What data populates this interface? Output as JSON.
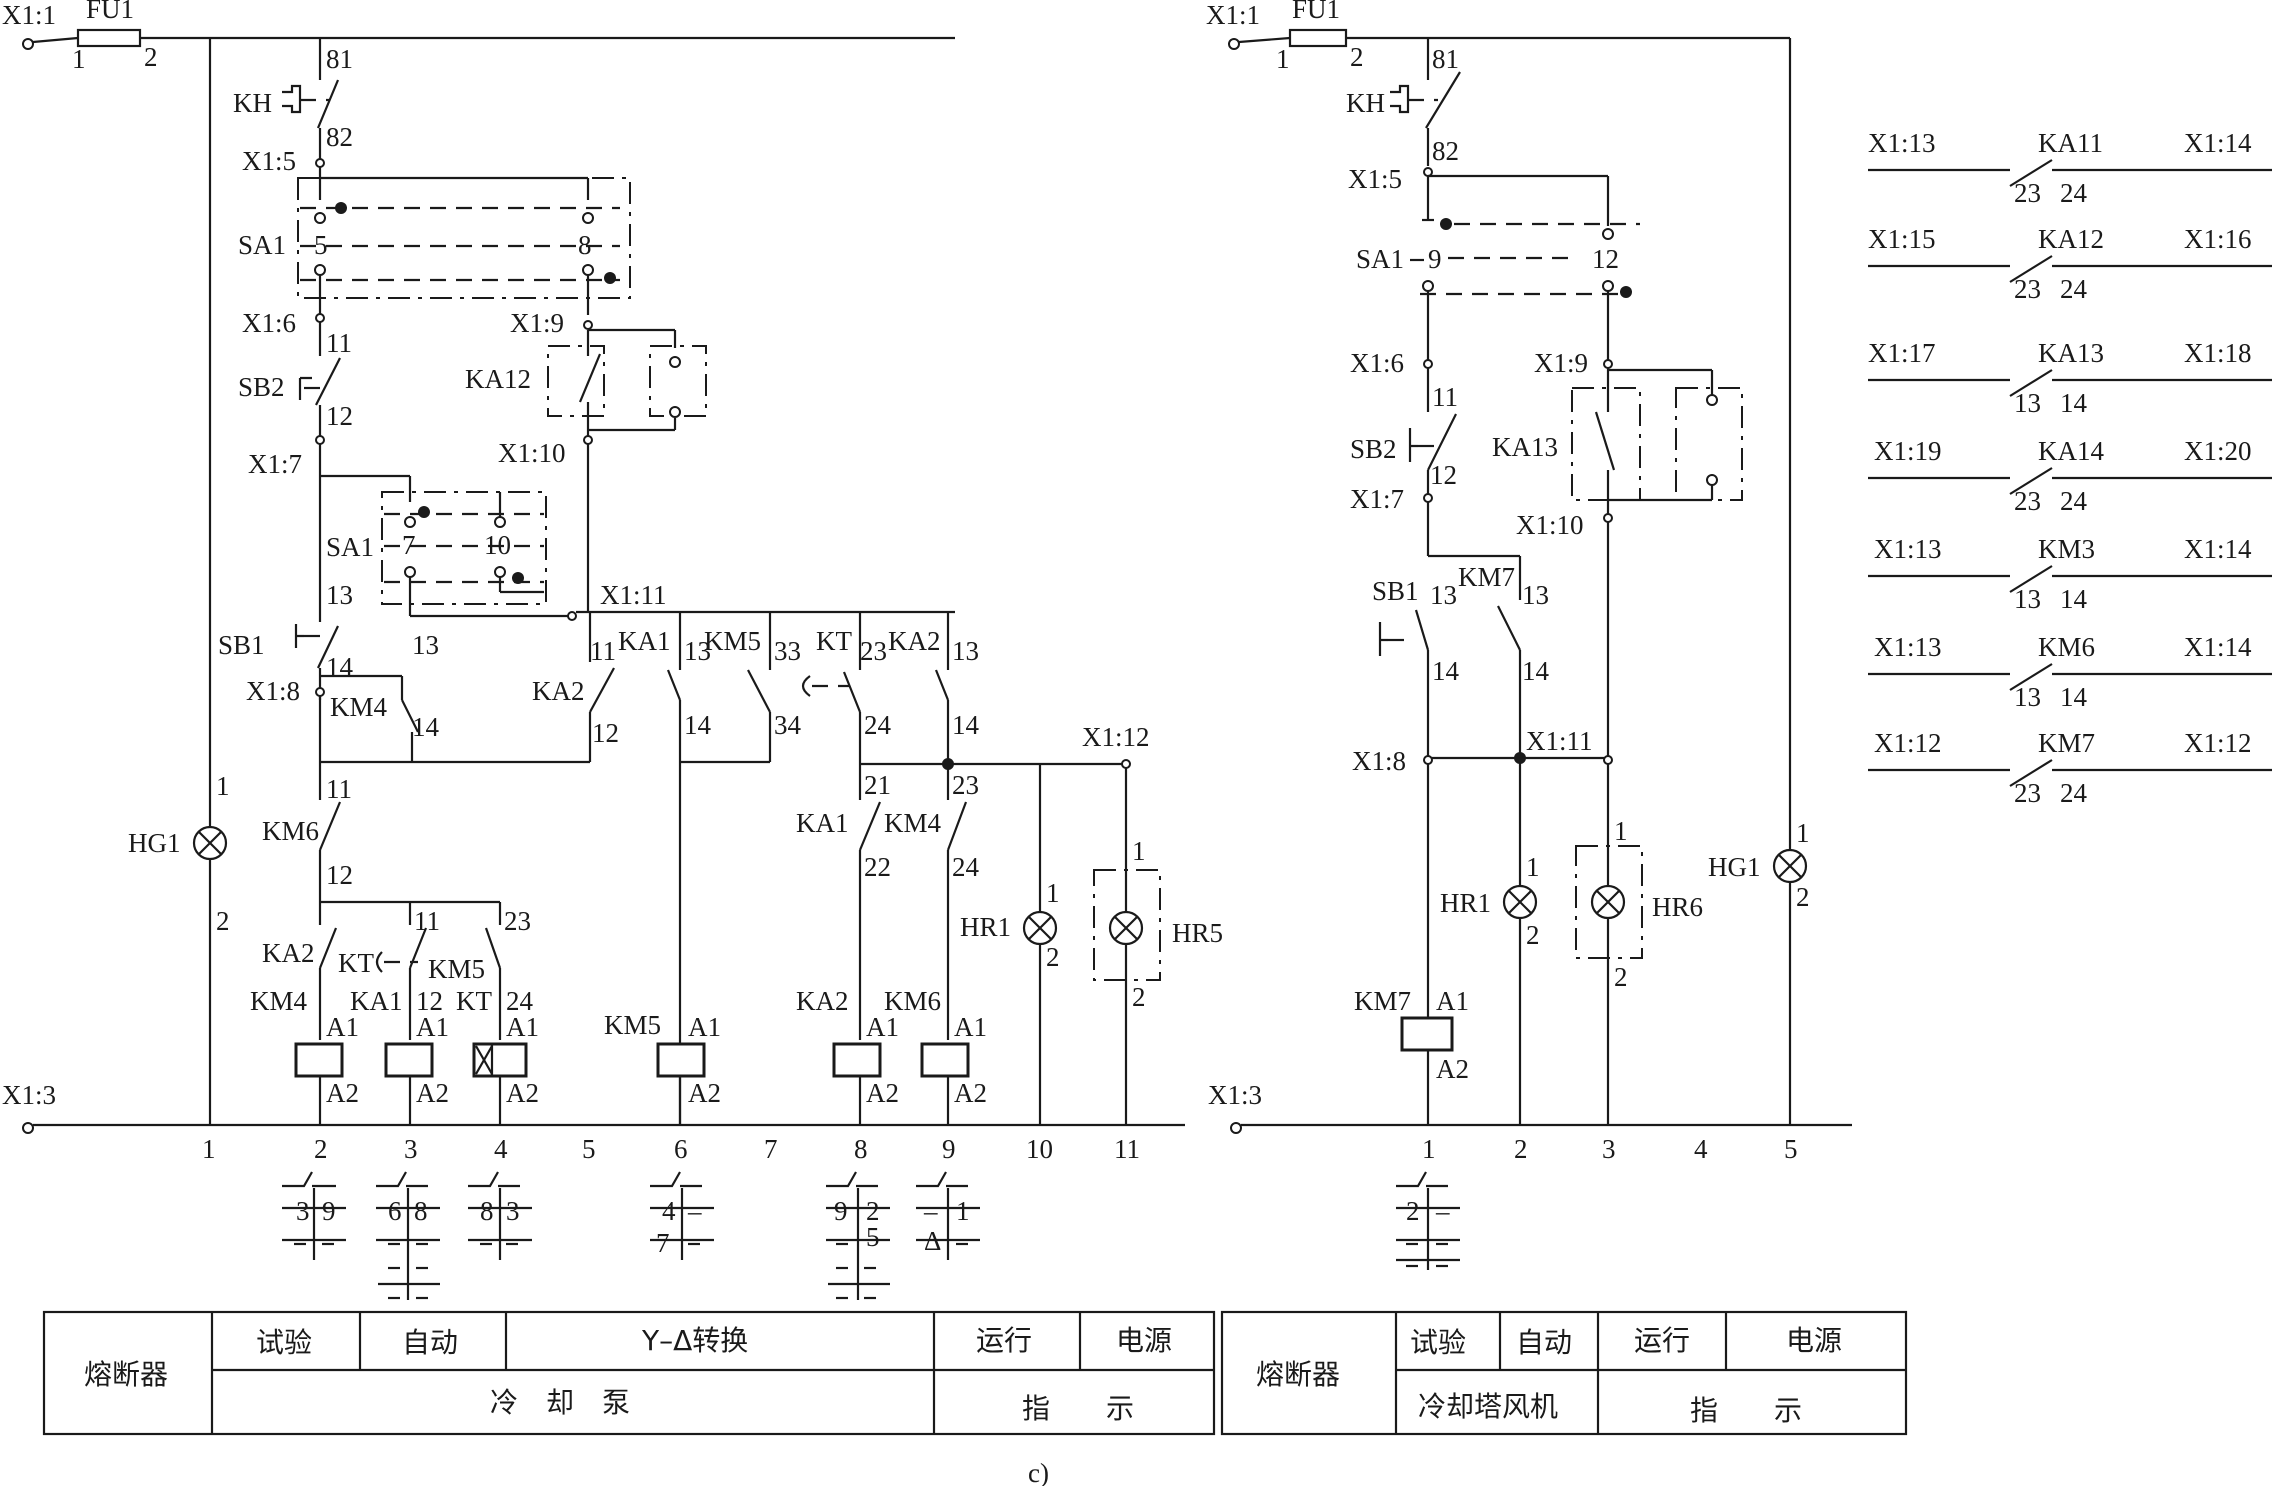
{
  "caption": "c)",
  "left_circuit": {
    "supply_top": "X1:1",
    "supply_bottom": "X1:3",
    "fuse": {
      "name": "FU1",
      "pin1": "1",
      "pin2": "2"
    },
    "overload": {
      "name": "KH",
      "top": "81",
      "bottom": "82"
    },
    "terminals": {
      "x5": "X1:5",
      "x6": "X1:6",
      "x7": "X1:7",
      "x8": "X1:8",
      "x9": "X1:9",
      "x10": "X1:10",
      "x11": "X1:11",
      "x12": "X1:12"
    },
    "selector_upper": {
      "name": "SA1",
      "left": "5",
      "right": "8"
    },
    "selector_lower": {
      "name": "SA1",
      "left": "7",
      "right": "10"
    },
    "relay_ka12": "KA12",
    "stop_button": {
      "name": "SB2",
      "top": "11",
      "bottom": "12"
    },
    "start_button": {
      "name": "SB1",
      "top": "13",
      "bottom": "14"
    },
    "contacts": {
      "km4": {
        "name": "KM4",
        "top": "13",
        "bottom": "14"
      },
      "ka2_top": {
        "name": "KA2",
        "top": "11",
        "bottom": "12"
      },
      "ka1_top": {
        "name": "KA1",
        "top": "13",
        "bottom": "14"
      },
      "km5_top": {
        "name": "KM5",
        "top": "33",
        "bottom": "34"
      },
      "kt_top": {
        "name": "KT",
        "top": "23",
        "bottom": "24"
      },
      "ka2_mid": {
        "name": "KA2",
        "top": "13",
        "bottom": "14"
      },
      "km6": {
        "name": "KM6",
        "top": "11",
        "bottom": "12"
      },
      "ka1_low": {
        "name": "KA1",
        "top": "21",
        "bottom": "22"
      },
      "km4_low": {
        "name": "KM4",
        "top": "23",
        "bottom": "24"
      },
      "ka2_low": {
        "name": "KA2",
        "top": "11",
        "bottom": "12"
      },
      "kt_low": {
        "name": "KT",
        "top": "23",
        "bottom": "24"
      },
      "km5_low": {
        "name": "KM5"
      }
    },
    "coils": [
      {
        "name": "KM4",
        "a1": "A1",
        "a2": "A2"
      },
      {
        "name": "KA1",
        "a1": "A1",
        "a2": "A2"
      },
      {
        "name": "KT",
        "a1": "A1",
        "a2": "A2"
      },
      {
        "name": "KM5",
        "a1": "A1",
        "a2": "A2"
      },
      {
        "name": "KA2",
        "a1": "A1",
        "a2": "A2"
      },
      {
        "name": "KM6",
        "a1": "A1",
        "a2": "A2"
      }
    ],
    "lamps": [
      {
        "name": "HG1",
        "p1": "1",
        "p2": "2"
      },
      {
        "name": "HR1",
        "p1": "1",
        "p2": "2"
      },
      {
        "name": "HR5",
        "p1": "1",
        "p2": "2"
      }
    ],
    "columns": [
      "1",
      "2",
      "3",
      "4",
      "5",
      "6",
      "7",
      "8",
      "9",
      "10",
      "11"
    ],
    "xref": [
      {
        "a": "3",
        "b": "9"
      },
      {
        "a": "6",
        "b": "8"
      },
      {
        "a": "8",
        "b": "3"
      },
      {
        "a": "4",
        "b": "–"
      },
      {
        "a": "9",
        "b": "2",
        "c": "5"
      },
      {
        "a": "–",
        "b": "1",
        "c": "Δ"
      }
    ],
    "xref_blank": "7",
    "table": {
      "fuse": "熔断器",
      "test": "试验",
      "auto": "自动",
      "yd": "Y–Δ转换",
      "run": "运行",
      "power": "电源",
      "group": "冷　却　泵",
      "indicate": "指　　示"
    }
  },
  "right_circuit": {
    "supply_top": "X1:1",
    "supply_bottom": "X1:3",
    "fuse": {
      "name": "FU1",
      "pin1": "1",
      "pin2": "2"
    },
    "overload": {
      "name": "KH",
      "top": "81",
      "bottom": "82"
    },
    "terminals": {
      "x5": "X1:5",
      "x6": "X1:6",
      "x7": "X1:7",
      "x8": "X1:8",
      "x9": "X1:9",
      "x10": "X1:10",
      "x11": "X1:11"
    },
    "selector": {
      "name": "SA1",
      "left": "9",
      "right": "12"
    },
    "relay_ka13": "KA13",
    "stop_button": {
      "name": "SB2",
      "top": "11",
      "bottom": "12"
    },
    "start_button": {
      "name": "SB1",
      "top": "13",
      "bottom": "14"
    },
    "km7_contact": {
      "name": "KM7",
      "top": "13",
      "bottom": "14"
    },
    "coil": {
      "name": "KM7",
      "a1": "A1",
      "a2": "A2"
    },
    "lamps": [
      {
        "name": "HR1",
        "p1": "1",
        "p2": "2"
      },
      {
        "name": "HR6",
        "p1": "1",
        "p2": "2"
      },
      {
        "name": "HG1",
        "p1": "1",
        "p2": "2"
      }
    ],
    "columns": [
      "1",
      "2",
      "3",
      "4",
      "5"
    ],
    "xref": {
      "a": "2",
      "b": "–"
    },
    "table": {
      "fuse": "熔断器",
      "test": "试验",
      "auto": "自动",
      "run": "运行",
      "power": "电源",
      "group": "冷却塔风机",
      "indicate": "指　　示"
    }
  },
  "remote_contacts": [
    {
      "left": "X1:13",
      "relay": "KA11",
      "right": "X1:14",
      "pins": "23",
      "pins2": "24"
    },
    {
      "left": "X1:15",
      "relay": "KA12",
      "right": "X1:16",
      "pins": "23",
      "pins2": "24"
    },
    {
      "left": "X1:17",
      "relay": "KA13",
      "right": "X1:18",
      "pins": "13",
      "pins2": "14"
    },
    {
      "left": "X1:19",
      "relay": "KA14",
      "right": "X1:20",
      "pins": "23",
      "pins2": "24"
    },
    {
      "left": "X1:13",
      "relay": "KM3",
      "right": "X1:14",
      "pins": "13",
      "pins2": "14"
    },
    {
      "left": "X1:13",
      "relay": "KM6",
      "right": "X1:14",
      "pins": "13",
      "pins2": "14"
    },
    {
      "left": "X1:12",
      "relay": "KM7",
      "right": "X1:12",
      "pins": "23",
      "pins2": "24"
    }
  ]
}
